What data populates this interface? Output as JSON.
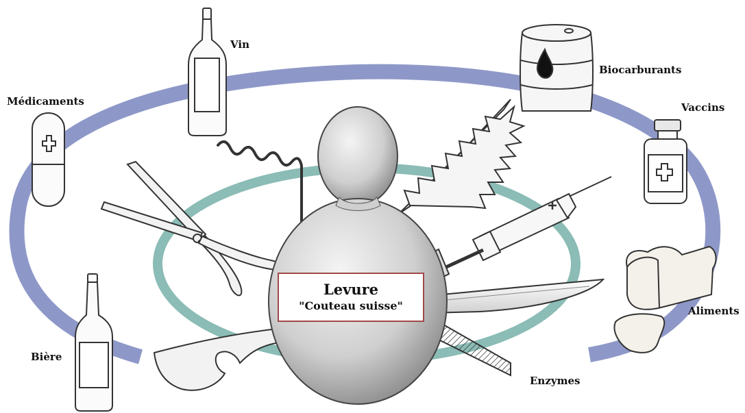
{
  "center": {
    "title": "Levure",
    "subtitle": "\"Couteau suisse\""
  },
  "products": {
    "vin": "Vin",
    "medicaments": "Médicaments",
    "biere": "Bière",
    "biocarburants": "Biocarburants",
    "vaccins": "Vaccins",
    "aliments": "Aliments",
    "enzymes": "Enzymes"
  },
  "colors": {
    "outer_ring": "#8e98c8",
    "inner_ring": "#8bbcb6",
    "box_border": "#a0484a",
    "outline": "#333333"
  },
  "icons": [
    "wine-bottle-icon",
    "pill-capsule-icon",
    "beer-bottle-icon",
    "oil-barrel-icon",
    "vaccine-vial-icon",
    "bread-icon",
    "yeast-cell-icon",
    "corkscrew-icon",
    "scissors-icon",
    "drill-bit-icon",
    "syringe-icon",
    "knife-blade-icon",
    "file-tool-icon",
    "bottle-opener-icon"
  ]
}
